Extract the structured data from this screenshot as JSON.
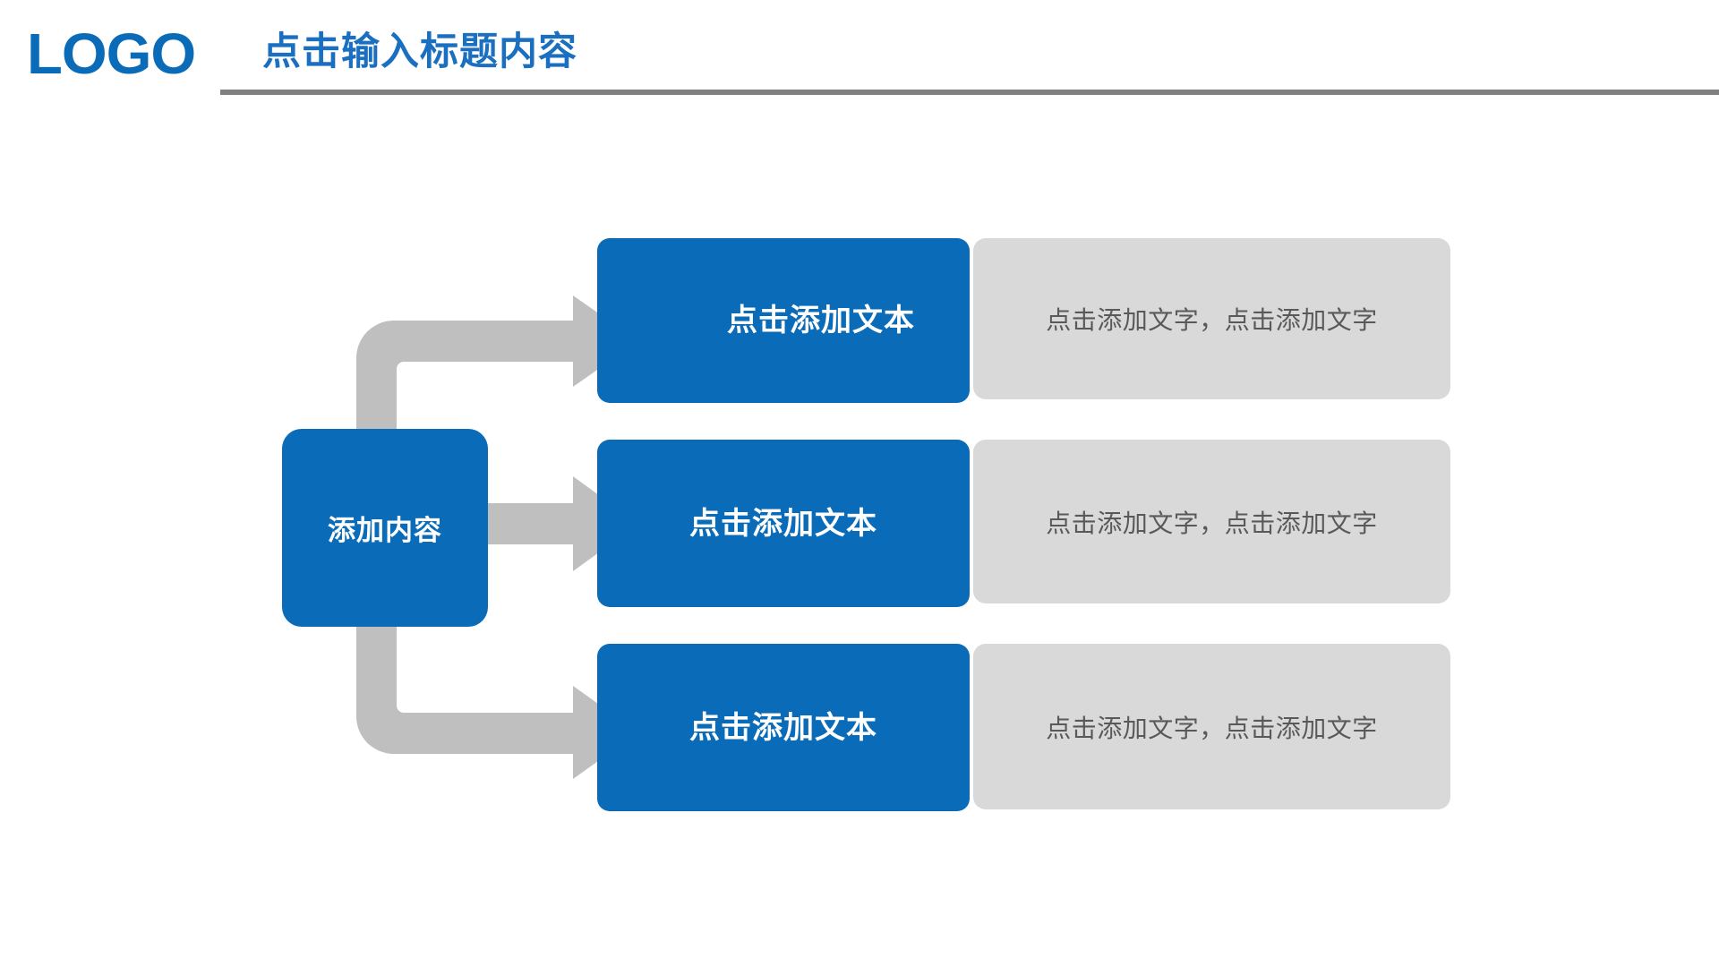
{
  "header": {
    "logo_text": "LOGO",
    "title": "点击输入标题内容",
    "logo_color": "#0a6cb8",
    "title_color": "#1b6fc0",
    "rule_color": "#808080"
  },
  "diagram": {
    "type": "flow",
    "accent_color": "#0a6cb8",
    "panel_color": "#d9d9d9",
    "connector_color": "#bfbfbf",
    "root": {
      "label": "添加内容"
    },
    "rows": [
      {
        "title": "点击添加文本",
        "description": "点击添加文字，点击添加文字"
      },
      {
        "title": "点击添加文本",
        "description": "点击添加文字，点击添加文字"
      },
      {
        "title": "点击添加文本",
        "description": "点击添加文字，点击添加文字"
      }
    ],
    "connectors": [
      {
        "name": "elbow-up-arrow",
        "direction": "up-right"
      },
      {
        "name": "straight-arrow",
        "direction": "right"
      },
      {
        "name": "elbow-down-arrow",
        "direction": "down-right"
      }
    ]
  }
}
